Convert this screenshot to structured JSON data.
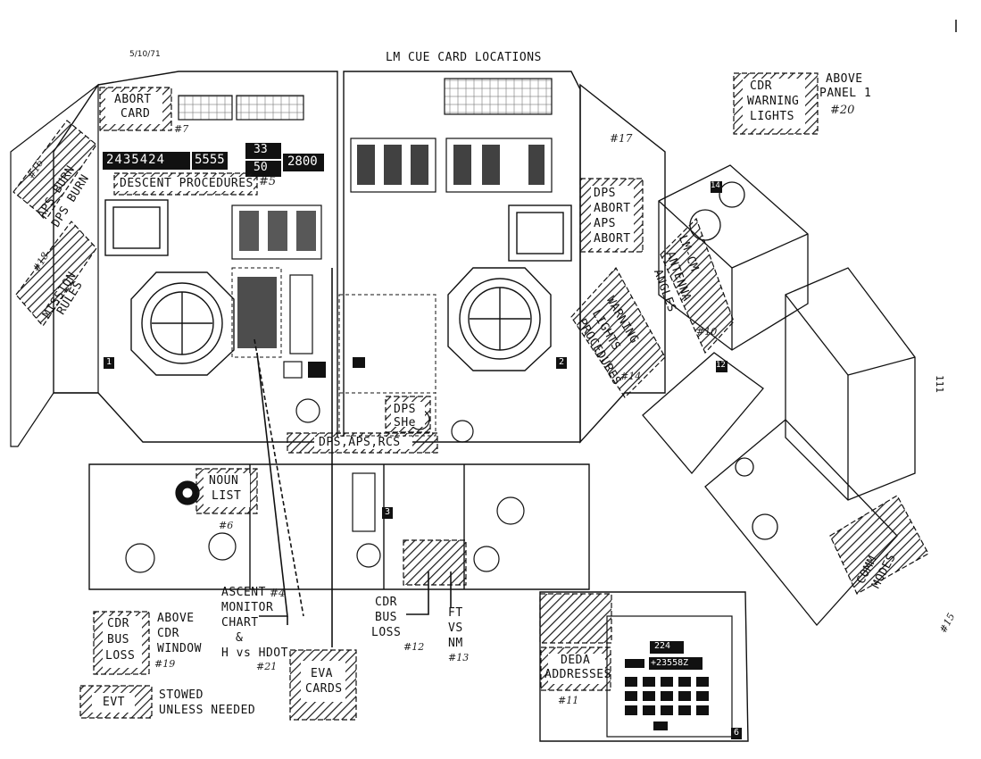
{
  "header": {
    "date": "5/10/71",
    "title": "LM CUE CARD LOCATIONS"
  },
  "cue_cards": {
    "abort_card": {
      "lines": [
        "ABORT",
        "CARD"
      ],
      "number": "#7"
    },
    "descent_procedures": {
      "text": "DESCENT PROCEDURES",
      "number": "#5"
    },
    "aps_burn": {
      "lines": [
        "APS BURN",
        "DPS BURN"
      ],
      "number": "#16"
    },
    "mission_rules": {
      "lines": [
        "MISSION",
        "RULES"
      ],
      "number": "#18"
    },
    "dps_aps_abort": {
      "lines": [
        "DPS",
        "ABORT",
        "APS",
        "ABORT"
      ],
      "number": "#17"
    },
    "warning_lights_procedures": {
      "lines": [
        "WARNING",
        "LIGHTS",
        "PROCEDURES"
      ],
      "number": "#14"
    },
    "cdr_warning_lights": {
      "lines": [
        "CDR",
        "WARNING",
        "LIGHTS"
      ],
      "number": "#20",
      "note": [
        "ABOVE",
        "PANEL 1"
      ]
    },
    "lm_cm_antenna_angles": {
      "lines": [
        "LM-CM",
        "ANTENNA",
        "ANGLES"
      ],
      "number": "#10"
    },
    "dps_she": {
      "lines": [
        "DPS",
        "SHe"
      ]
    },
    "dps_aps_rcs": {
      "text": "DPS,APS,RCS"
    },
    "noun_list": {
      "lines": [
        "NOUN",
        "LIST"
      ],
      "number": "#6"
    },
    "comm_modes": {
      "lines": [
        "COMM",
        "MODES"
      ],
      "number": "#15"
    },
    "deda_addresses": {
      "lines": [
        "DEDA",
        "ADDRESSES"
      ],
      "number": "#11"
    },
    "cdr_bus_loss_window": {
      "lines": [
        "CDR",
        "BUS",
        "LOSS"
      ],
      "note": [
        "ABOVE",
        "CDR",
        "WINDOW"
      ],
      "number": "#19"
    },
    "evt": {
      "text": "EVT",
      "note": [
        "STOWED",
        "UNLESS NEEDED"
      ]
    },
    "ascent_monitor_chart": {
      "lines": [
        "ASCENT",
        "MONITOR",
        "CHART",
        "&",
        "H vs HDOT"
      ],
      "number_a": "#4",
      "number_b": "#21"
    },
    "eva_cards": {
      "lines": [
        "EVA",
        "CARDS"
      ]
    },
    "cdr_bus_loss_panel": {
      "lines": [
        "CDR",
        "BUS",
        "LOSS"
      ],
      "number": "#12"
    },
    "ft_vs_nm": {
      "lines": [
        "FT",
        "VS",
        "NM"
      ],
      "number": "#13"
    }
  },
  "panel_numbers": [
    "1",
    "2",
    "3",
    "6",
    "12",
    "14"
  ],
  "displays": {
    "mission_timer": "2435424",
    "event_timer": "5555",
    "propellant_a": "33",
    "propellant_b": "50",
    "range_readout": "2800",
    "deda_readout": "224",
    "deda_data": "+23558Z"
  },
  "margin_mark": "111",
  "colors": {
    "ink": "#111111",
    "paper": "#ffffff",
    "hatch": "#1a1a1a"
  }
}
